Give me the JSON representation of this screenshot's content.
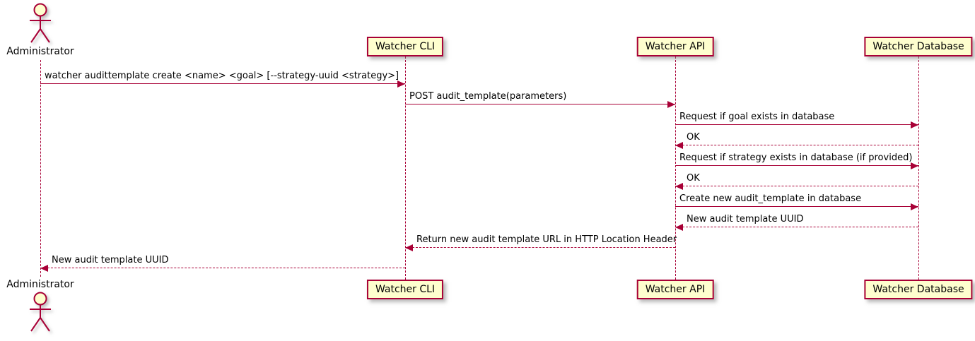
{
  "diagram": {
    "type": "sequence",
    "colors": {
      "fill": "#FEFECE",
      "stroke": "#A80036",
      "text": "#000000",
      "background": "#FFFFFF"
    },
    "participants": [
      {
        "id": "administrator",
        "label": "Administrator",
        "kind": "actor"
      },
      {
        "id": "watcher-cli",
        "label": "Watcher CLI",
        "kind": "participant"
      },
      {
        "id": "watcher-api",
        "label": "Watcher API",
        "kind": "participant"
      },
      {
        "id": "watcher-database",
        "label": "Watcher Database",
        "kind": "participant"
      }
    ],
    "messages": [
      {
        "from": "administrator",
        "to": "watcher-cli",
        "line": "solid",
        "label": "watcher audittemplate create <name> <goal> [--strategy-uuid <strategy>]"
      },
      {
        "from": "watcher-cli",
        "to": "watcher-api",
        "line": "solid",
        "label": "POST audit_template(parameters)"
      },
      {
        "from": "watcher-api",
        "to": "watcher-database",
        "line": "solid",
        "label": "Request if goal exists in database"
      },
      {
        "from": "watcher-database",
        "to": "watcher-api",
        "line": "dashed",
        "label": "OK"
      },
      {
        "from": "watcher-api",
        "to": "watcher-database",
        "line": "solid",
        "label": "Request if strategy exists in database (if provided)"
      },
      {
        "from": "watcher-database",
        "to": "watcher-api",
        "line": "dashed",
        "label": "OK"
      },
      {
        "from": "watcher-api",
        "to": "watcher-database",
        "line": "solid",
        "label": "Create new audit_template in database"
      },
      {
        "from": "watcher-database",
        "to": "watcher-api",
        "line": "dashed",
        "label": "New audit template UUID"
      },
      {
        "from": "watcher-api",
        "to": "watcher-cli",
        "line": "dashed",
        "label": "Return new audit template URL in HTTP Location Header"
      },
      {
        "from": "watcher-cli",
        "to": "administrator",
        "line": "dashed",
        "label": "New audit template UUID"
      }
    ]
  }
}
